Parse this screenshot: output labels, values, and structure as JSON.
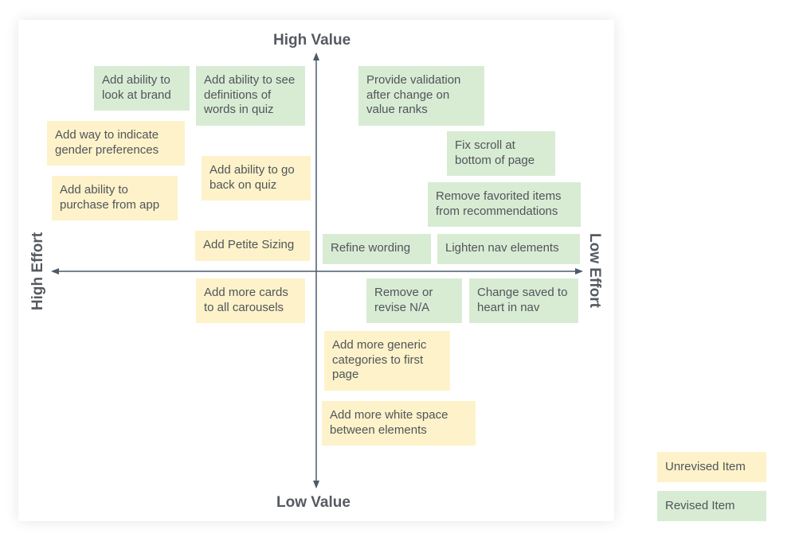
{
  "axes": {
    "top": "High Value",
    "bottom": "Low Value",
    "left": "High Effort",
    "right": "Low Effort"
  },
  "colors": {
    "unrevised": "#fdf2c9",
    "revised": "#d8ecd4",
    "axis": "#4d5a6b",
    "text": "#50555a"
  },
  "notes": [
    {
      "text": "Add ability to look at brand",
      "status": "revised"
    },
    {
      "text": "Add ability to see definitions of words in quiz",
      "status": "revised"
    },
    {
      "text": "Provide validation after change on value ranks",
      "status": "revised"
    },
    {
      "text": "Add way to indicate gender preferences",
      "status": "unrevised"
    },
    {
      "text": "Fix scroll at bottom of page",
      "status": "revised"
    },
    {
      "text": "Add ability to go back on quiz",
      "status": "unrevised"
    },
    {
      "text": "Remove favorited items from recommendations",
      "status": "revised"
    },
    {
      "text": "Add ability to purchase from app",
      "status": "unrevised"
    },
    {
      "text": "Add Petite Sizing",
      "status": "unrevised"
    },
    {
      "text": "Refine wording",
      "status": "revised"
    },
    {
      "text": "Lighten nav elements",
      "status": "revised"
    },
    {
      "text": "Add more cards to all carousels",
      "status": "unrevised"
    },
    {
      "text": "Remove or revise N/A",
      "status": "revised"
    },
    {
      "text": "Change saved to heart in nav",
      "status": "revised"
    },
    {
      "text": "Add more generic categories to first page",
      "status": "unrevised"
    },
    {
      "text": "Add more white space between elements",
      "status": "unrevised"
    }
  ],
  "legend": {
    "unrevised": "Unrevised Item",
    "revised": "Revised Item"
  }
}
